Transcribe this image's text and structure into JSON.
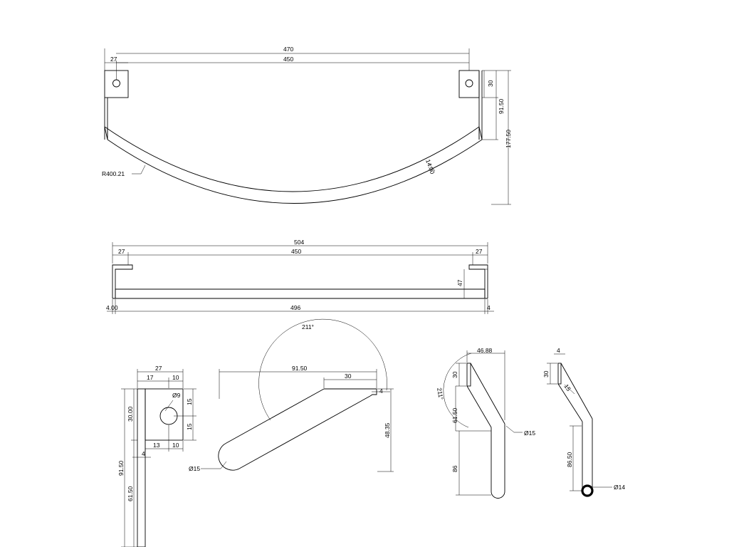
{
  "top_view": {
    "d470": "470",
    "d450": "450",
    "d27": "27",
    "d30": "30",
    "d91_50": "91.50",
    "d177_50": "177.50",
    "d14_00": "14.00",
    "radius": "R400.21"
  },
  "front_view": {
    "d504": "504",
    "d450": "450",
    "d27_left": "27",
    "d27_right": "27",
    "d47": "47",
    "d4_00": "4.00",
    "d496": "496",
    "d4": "4"
  },
  "plate_detail": {
    "d27": "27",
    "d17": "17",
    "d10_top": "10",
    "dia9": "Ø9",
    "d15_upper": "15",
    "d15_lower": "15",
    "d30_00": "30.00",
    "d13": "13",
    "d10_bottom": "10",
    "d4": "4",
    "d91_50": "91.50",
    "d61_50": "61.50"
  },
  "arm_top_detail": {
    "angle": "211°",
    "d91_50": "91.50",
    "d30": "30",
    "d4": "4",
    "d48_35": "48.35",
    "dia15": "Ø15"
  },
  "side_detail": {
    "d46_88": "46.88",
    "d30": "30",
    "angle": "211°",
    "d61_50": "61.50",
    "dia15": "Ø15",
    "d86": "86"
  },
  "end_detail": {
    "d4": "4",
    "d30": "30",
    "d15": "15",
    "d86_50": "86.50",
    "dia14": "Ø14"
  }
}
